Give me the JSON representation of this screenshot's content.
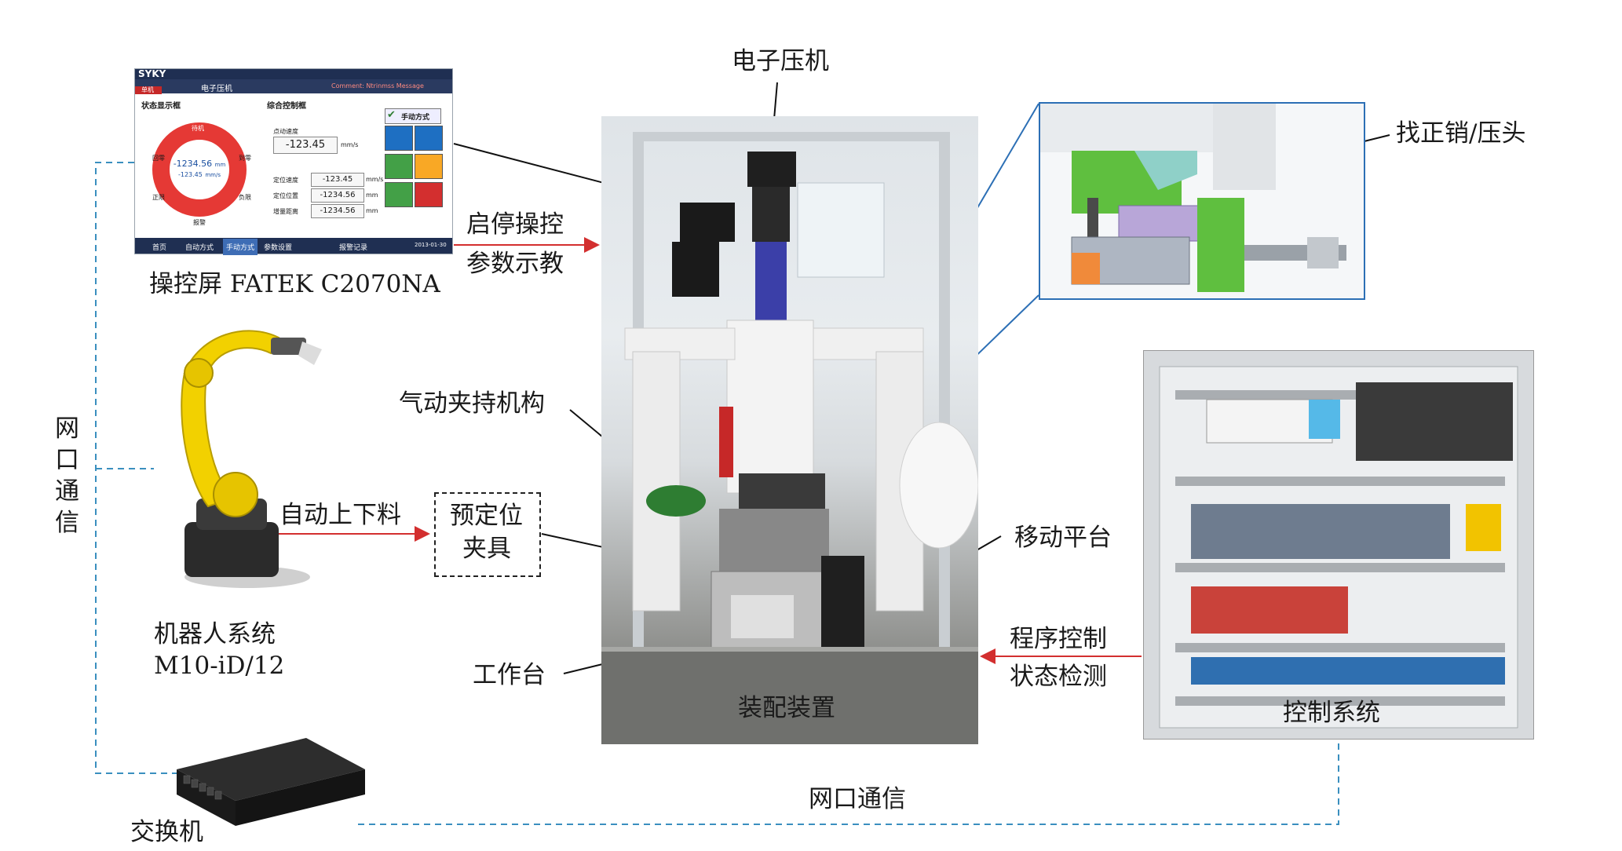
{
  "labels": {
    "electronic_press": "电子压机",
    "alignment_pin": "找正销/压头",
    "hmi_caption": "操控屏 FATEK C2070NA",
    "start_stop_1": "启停操控",
    "start_stop_2": "参数示教",
    "pneumatic_clamp": "气动夹持机构",
    "auto_loading": "自动上下料",
    "fixture_1": "预定位",
    "fixture_2": "夹具",
    "robot_1": "机器人系统",
    "robot_2": "M10-iD/12",
    "moving_platform": "移动平台",
    "program_control": "程序控制",
    "status_detect": "状态检测",
    "workbench": "工作台",
    "assembly_device": "装配装置",
    "control_system": "控制系统",
    "network_vertical": [
      "网",
      "口",
      "通",
      "信"
    ],
    "network_bottom": "网口通信",
    "switch": "交换机"
  },
  "hmi": {
    "brand": "SYKY",
    "mode_tab": "单机",
    "device_name": "电子压机",
    "comment": "Comment: Ntrinmss  Message",
    "status_title": "状态显示框",
    "control_title": "综合控制框",
    "manual_mode": "手动方式",
    "ring_value": "-1234.56",
    "ring_unit": "mm",
    "ring_value2": "-123.45",
    "ring_unit2": "mm/s",
    "ring_top": "待机",
    "ring_left": "回零",
    "ring_right": "到零",
    "ring_bottom_left": "正限",
    "ring_bottom_right": "负限",
    "ring_bottom": "报警",
    "speed_label": "点动速度",
    "speed_value": "-123.45",
    "speed_unit": "mm/s",
    "rows": [
      {
        "label": "定位速度",
        "value": "-123.45",
        "unit": "mm/s"
      },
      {
        "label": "定位位置",
        "value": "-1234.56",
        "unit": "mm"
      },
      {
        "label": "增量距离",
        "value": "-1234.56",
        "unit": "mm"
      }
    ],
    "bottom_tabs": [
      "首页",
      "自动方式",
      "手动方式",
      "参数设置",
      "报警记录"
    ],
    "date": "2013-01-30"
  },
  "colors": {
    "red_arrow": "#d32f2f",
    "blue_line": "#2c6fb5",
    "dash_line": "#3a8fbf",
    "ring_red": "#e53935"
  }
}
